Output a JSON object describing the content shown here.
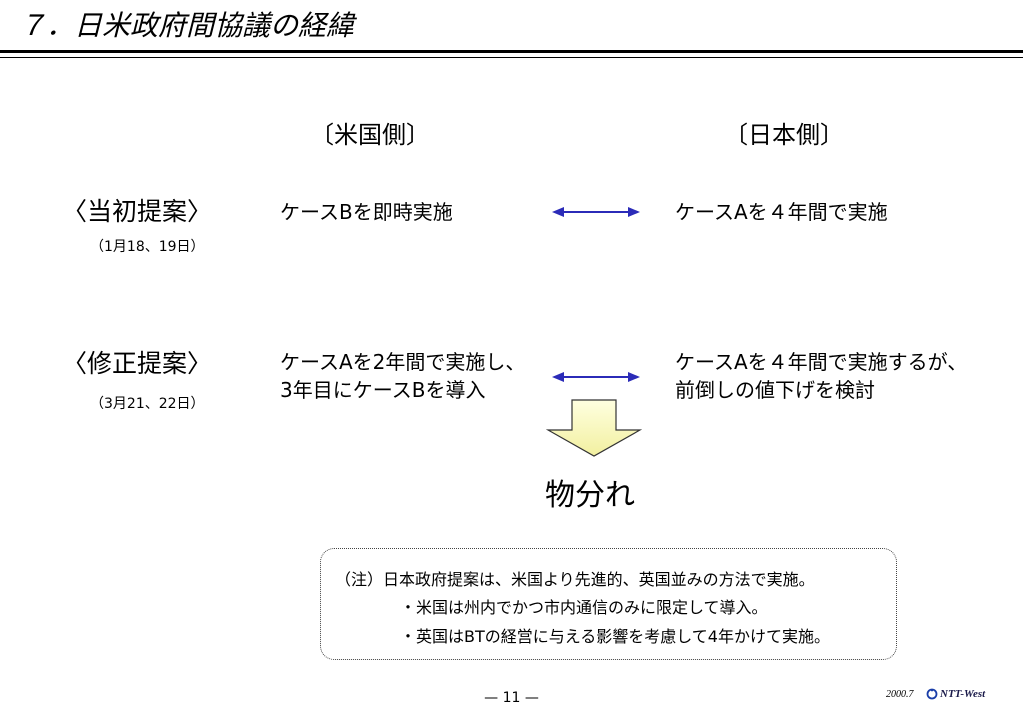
{
  "title": "７．日米政府間協議の経緯",
  "columns": {
    "us": "〔米国側〕",
    "japan": "〔日本側〕"
  },
  "proposals": [
    {
      "label": "〈当初提案〉",
      "date": "（1月18、19日）",
      "us": [
        "ケースBを即時実施"
      ],
      "japan": [
        "ケースAを４年間で実施"
      ]
    },
    {
      "label": "〈修正提案〉",
      "date": "（3月21、22日）",
      "us": [
        "ケースAを2年間で実施し、",
        "3年目にケースBを導入"
      ],
      "japan": [
        "ケースAを４年間で実施するが、",
        "前倒しの値下げを検討"
      ]
    }
  ],
  "result": "物分れ",
  "note": {
    "lines": [
      "（注）日本政府提案は、米国より先進的、英国並みの方法で実施。",
      "・米国は州内でかつ市内通信のみに限定して導入。",
      "・英国はBTの経営に与える影響を考慮して4年かけて実施。"
    ]
  },
  "footer": {
    "page": "— 11 —",
    "date": "2000.7",
    "brand": "NTT-West"
  },
  "colors": {
    "arrow_blue": "#2b2bb8",
    "down_arrow_fill_top": "#ffffe0",
    "down_arrow_fill_bottom": "#f2f0a0",
    "logo_blue": "#1a3ea8"
  },
  "icons": {
    "exchange_arrow": "double-arrow-icon",
    "down_arrow": "down-arrow-icon",
    "brand_logo": "ntt-logo-icon"
  }
}
